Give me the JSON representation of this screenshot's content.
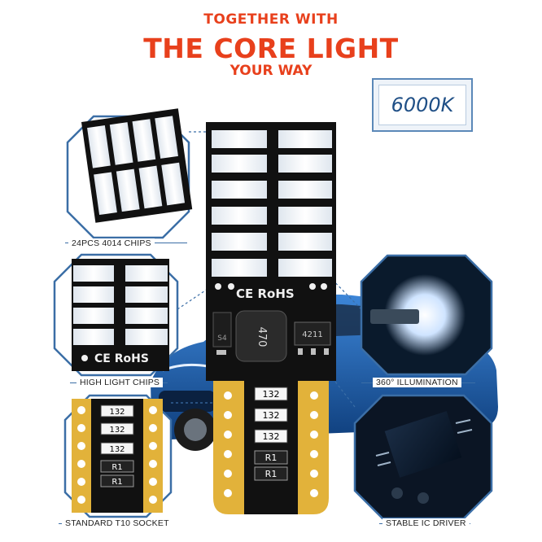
{
  "header": {
    "line1": "TOGETHER WITH",
    "line2": "THE CORE LIGHT",
    "line3": "YOUR WAY"
  },
  "badge": {
    "color_temp": "6000K"
  },
  "features": {
    "chips": "24PCS 4014 CHIPS",
    "high_light": "HIGH LIGHT CHIPS",
    "illumination": "360°  ILLUMINATION",
    "socket": "STANDARD T10 SOCKET",
    "driver": "STABLE IC DRIVER"
  },
  "board": {
    "cert": "CE RoHS",
    "inductor": "470",
    "ic": "4211",
    "diode": "S4",
    "resistors": [
      "132",
      "132",
      "132",
      "R1",
      "R1"
    ]
  },
  "colors": {
    "accent": "#e8401c",
    "frame_blue": "#3b6ea6",
    "board_black": "#111111",
    "pad_gold": "#e2b23a",
    "car_blue": "#1d5fb0"
  }
}
